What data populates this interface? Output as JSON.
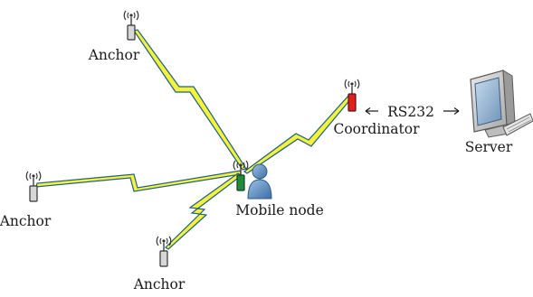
{
  "labels": {
    "anchor_top": "Anchor",
    "anchor_left": "Anchor",
    "anchor_bottom": "Anchor",
    "mobile_node": "Mobile node",
    "coordinator": "Coordinator",
    "link": "RS232",
    "server": "Server"
  },
  "colors": {
    "link_fill": "#f4f23a",
    "link_stroke": "#1f5f86",
    "anchor_body": "#d7d7d7",
    "coordinator_body": "#e01e1e",
    "mobile_body": "#1f8a3a",
    "person": "#5f8fc1"
  }
}
